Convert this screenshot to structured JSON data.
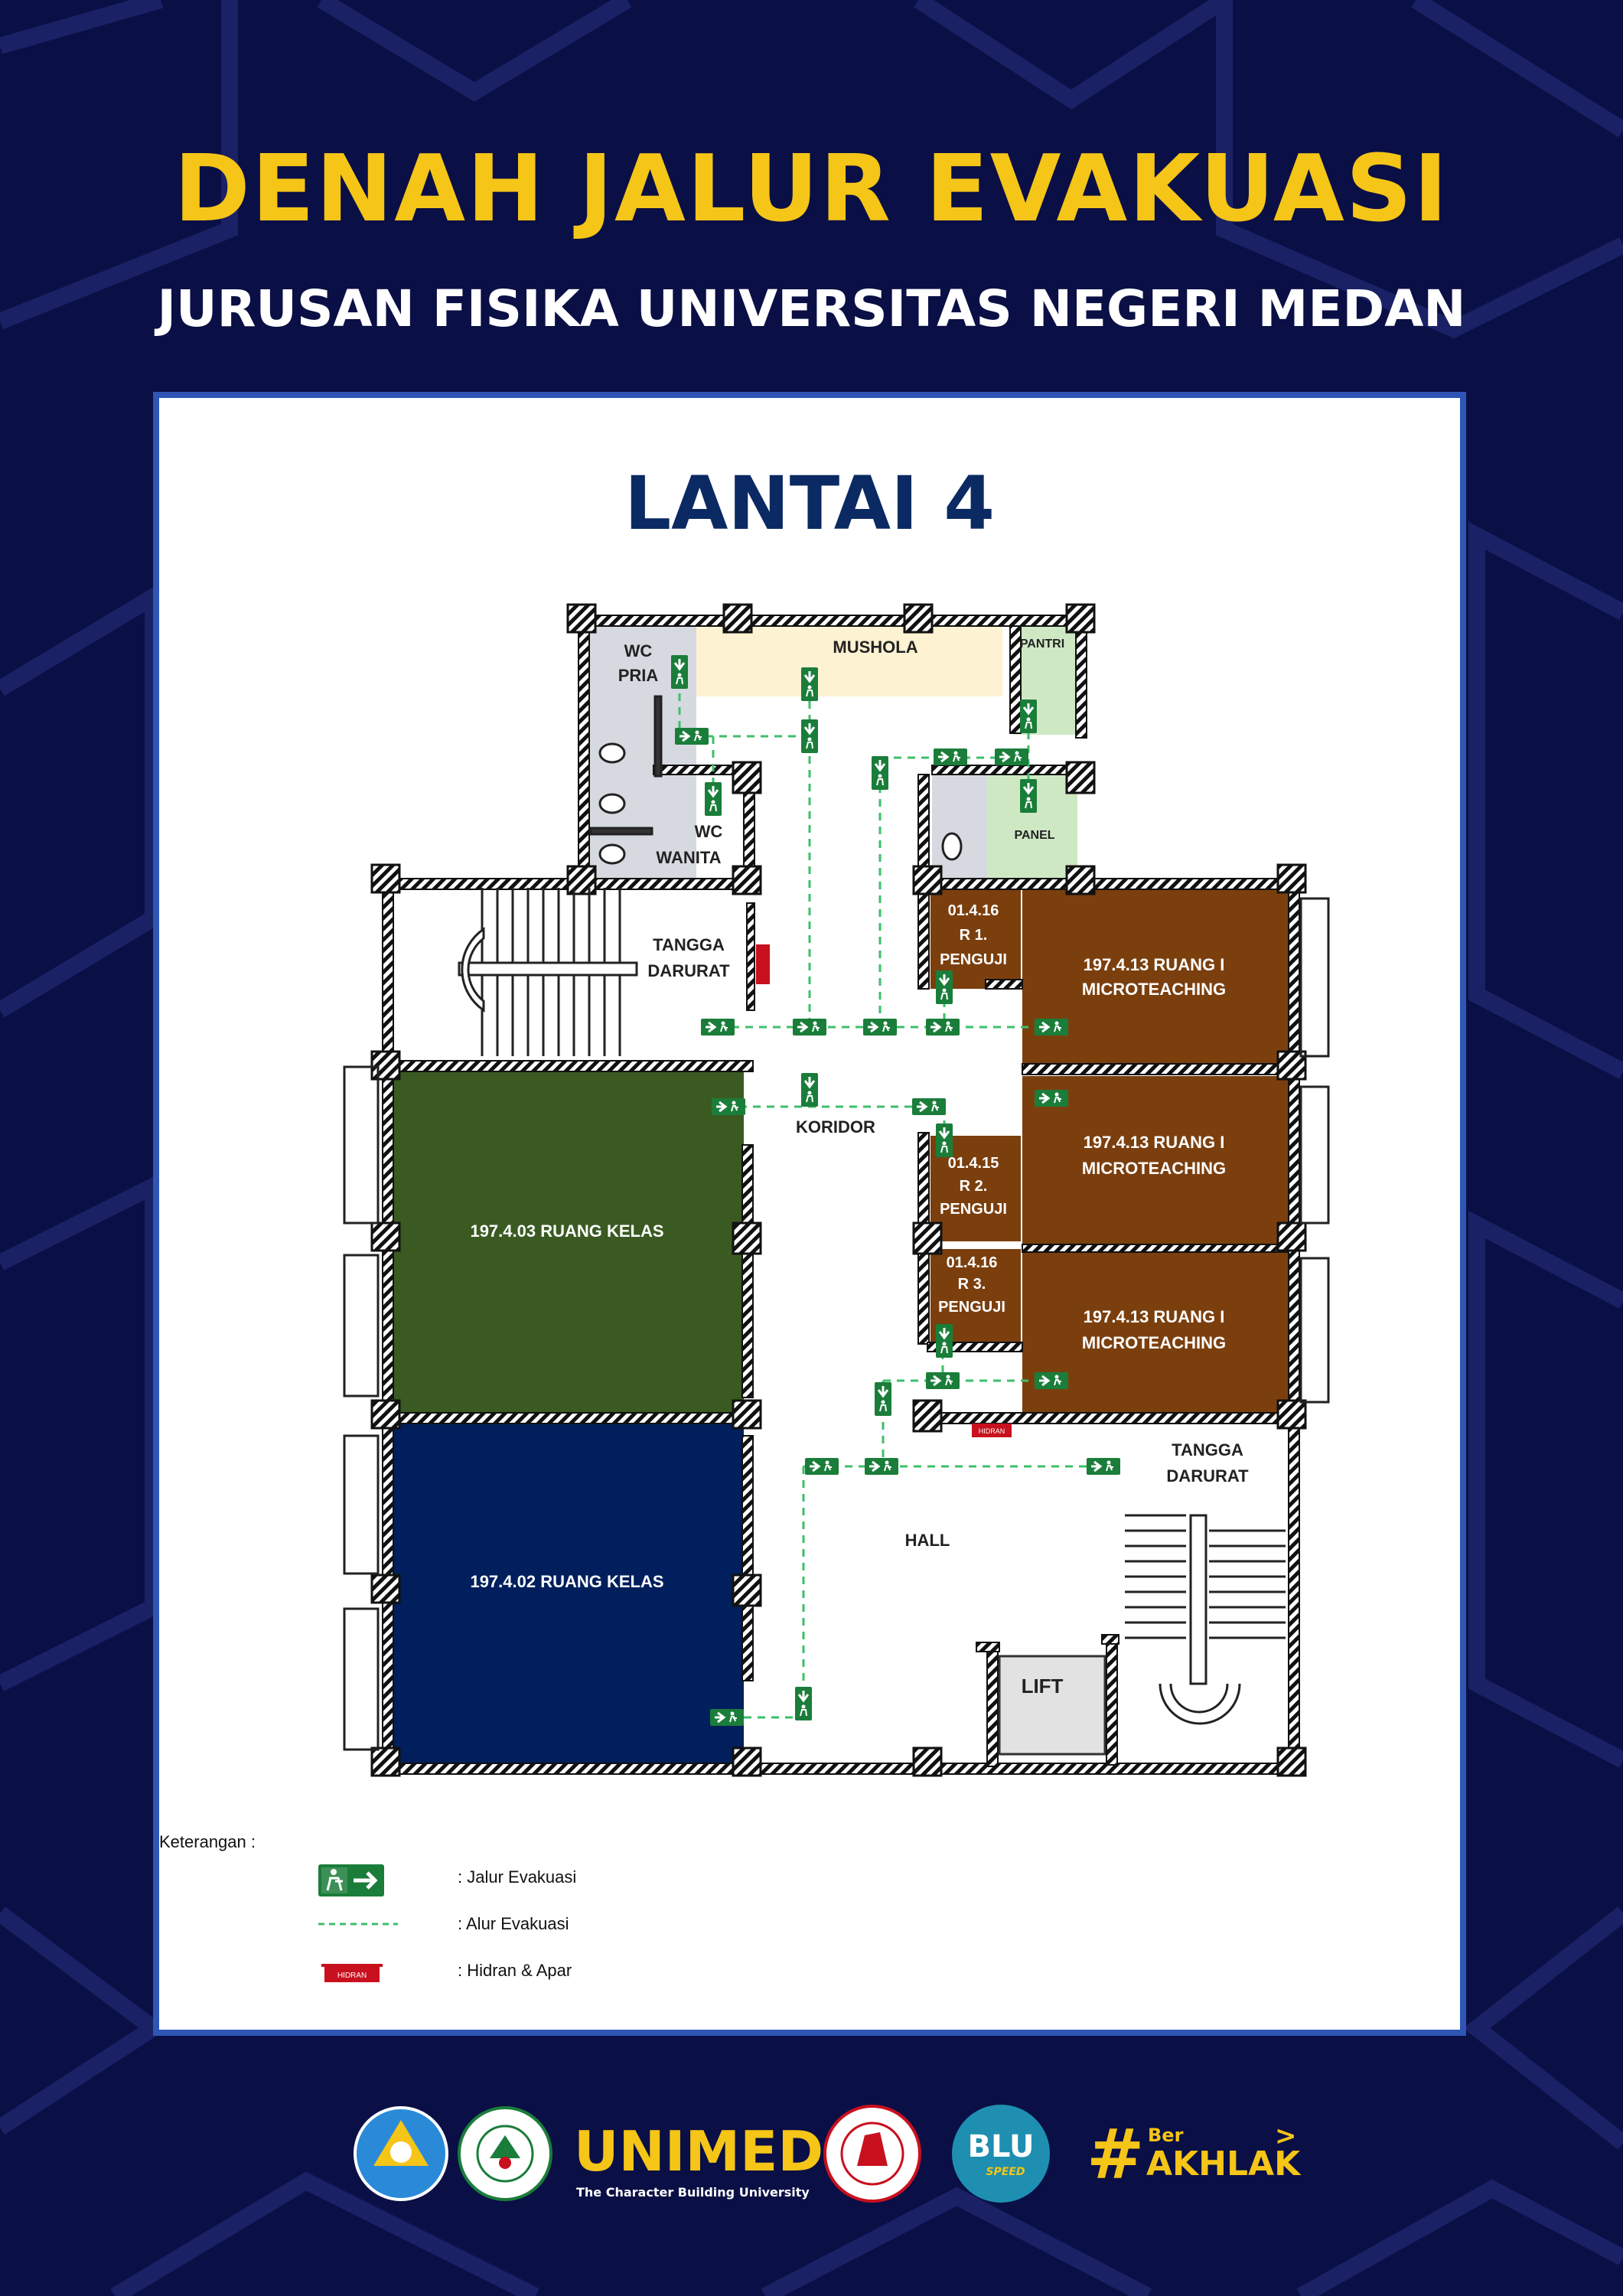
{
  "header": {
    "title": "DENAH JALUR EVAKUASI",
    "subtitle": "JURUSAN FISIKA UNIVERSITAS NEGERI MEDAN"
  },
  "floor": {
    "title": "LANTAI 4"
  },
  "rooms": {
    "wc_pria": [
      "WC",
      "PRIA"
    ],
    "wc_wanita": [
      "WC",
      "WANITA"
    ],
    "mushola": "MUSHOLA",
    "pantri": "PANTRI",
    "panel": "PANEL",
    "tangga_darurat_1": [
      "TANGGA",
      "DARURAT"
    ],
    "tangga_darurat_2": [
      "TANGGA",
      "DARURAT"
    ],
    "penguji_1": [
      "01.4.16",
      "R 1.",
      "PENGUJI"
    ],
    "penguji_2": [
      "01.4.15",
      "R 2.",
      "PENGUJI"
    ],
    "penguji_3": [
      "01.4.16",
      "R 3.",
      "PENGUJI"
    ],
    "microteaching_1": [
      "197.4.13 RUANG I",
      "MICROTEACHING"
    ],
    "microteaching_2": [
      "197.4.13 RUANG I",
      "MICROTEACHING"
    ],
    "microteaching_3": [
      "197.4.13 RUANG I",
      "MICROTEACHING"
    ],
    "kelas_1": "197.4.03 RUANG KELAS",
    "kelas_2": "197.4.02 RUANG KELAS",
    "koridor": "KORIDOR",
    "hall": "HALL",
    "lift": "LIFT"
  },
  "hydrant_label": "HIDRAN",
  "colors": {
    "background": "#0a0f45",
    "title_yellow": "#f5c518",
    "panel_border": "#2f55b5",
    "evac_green": "#1a7d3a",
    "route_green": "#3cbf6a",
    "hydrant_red": "#c8101e",
    "microteaching": "#7b3f0e",
    "kelas_green": "#3a5a22",
    "kelas_blue": "#001f5c",
    "mushola": "#fdf2d2",
    "pantri": "#cfe8c4",
    "wc": "#d6d9e0"
  },
  "legend": {
    "title": "Keterangan :",
    "items": [
      {
        "icon": "evacuation-sign-icon",
        "text": ":  Jalur Evakuasi"
      },
      {
        "icon": "dashed-route-icon",
        "text": ":  Alur Evakuasi"
      },
      {
        "icon": "hydrant-icon",
        "text": ":  Hidran & Apar"
      }
    ]
  },
  "footer": {
    "unimed": "UNIMED",
    "unimed_tagline": "The Character Building University",
    "blu": "BLU",
    "blu_speed": "SPEED",
    "akhlak_hash": "#",
    "akhlak_ber": "Ber",
    "akhlak": "AKHLAK",
    "akhlak_arrow": ">"
  }
}
